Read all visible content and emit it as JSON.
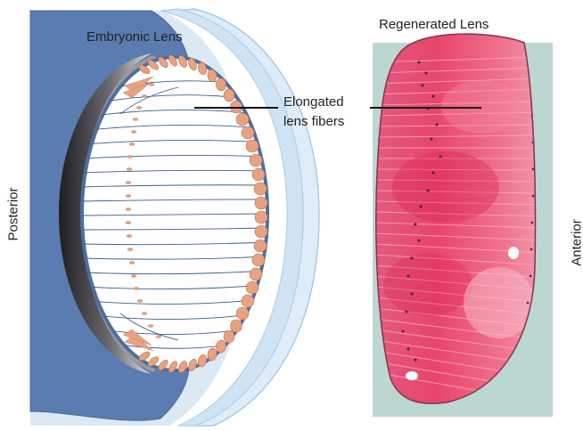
{
  "labels": {
    "embryonic": "Embryonic Lens",
    "regenerated": "Regenerated Lens",
    "callout_line1": "Elongated",
    "callout_line2": "lens fibers",
    "posterior": "Posterior",
    "anterior": "Anterior"
  },
  "colors": {
    "eyecup": "#5b7cb0",
    "cornea": "#cfe3f3",
    "lens_outline": "#4e6f9f",
    "fiber_line": "#3e5f8e",
    "epithelial_cell": "#e9a27f",
    "histology_background": "#bcd6d1",
    "histology_tissue": "#e8456a"
  }
}
